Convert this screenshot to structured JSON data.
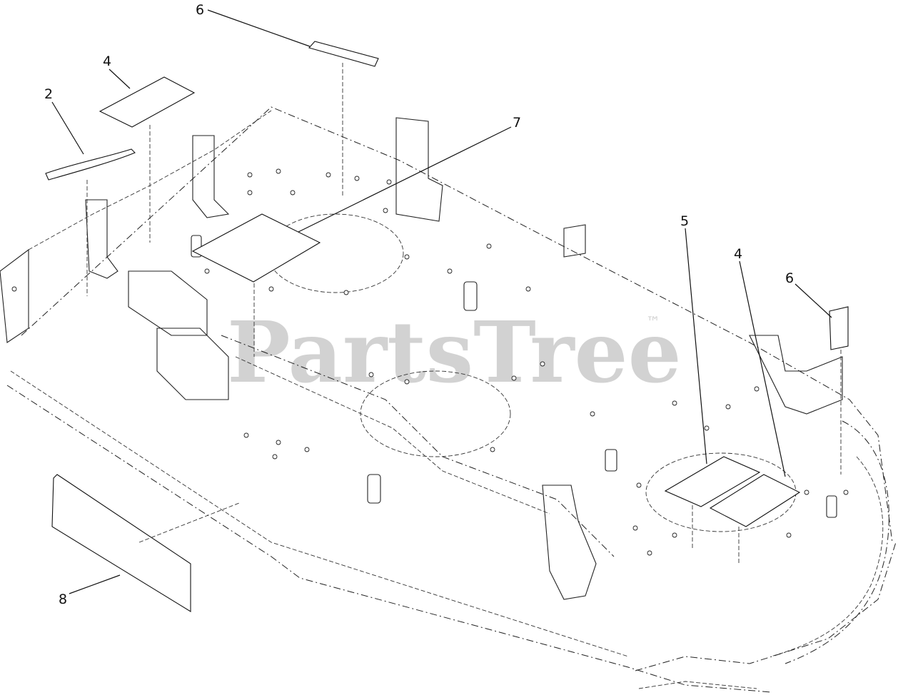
{
  "watermark": {
    "text": "PartsTree",
    "trademark": "™"
  },
  "callouts": [
    {
      "id": "c2",
      "label": "2"
    },
    {
      "id": "c4a",
      "label": "4"
    },
    {
      "id": "c6a",
      "label": "6"
    },
    {
      "id": "c7",
      "label": "7"
    },
    {
      "id": "c5",
      "label": "5"
    },
    {
      "id": "c4b",
      "label": "4"
    },
    {
      "id": "c6b",
      "label": "6"
    },
    {
      "id": "c8",
      "label": "8"
    }
  ]
}
